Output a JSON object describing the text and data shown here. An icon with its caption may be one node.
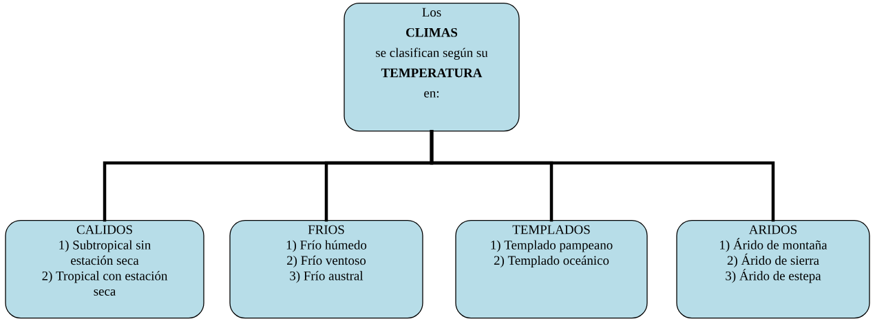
{
  "diagram": {
    "nodes": [
      {
        "text": [
          "Los",
          "CLIMAS",
          "se clasifican según su",
          "TEMPERATURA",
          "en:"
        ]
      },
      {
        "text": [
          "CALIDOS",
          "1) Subtropical sin estación seca",
          "2) Tropical con estación seca"
        ]
      },
      {
        "text": [
          "FRIOS",
          "1) Frío húmedo",
          "2) Frío ventoso",
          "3) Frío austral"
        ]
      },
      {
        "text": [
          "TEMPLADOS",
          "1) Templado pampeano",
          "2) Templado oceánico"
        ]
      },
      {
        "text": [
          "ARIDOS",
          "1) Árido de montaña",
          "2) Árido de sierra",
          "3) Árido de estepa"
        ]
      }
    ],
    "edges": [
      {
        "from": 0,
        "to": 1,
        "arrow": "none"
      },
      {
        "from": 0,
        "to": 2,
        "arrow": "none"
      },
      {
        "from": 0,
        "to": 3,
        "arrow": "none"
      },
      {
        "from": 0,
        "to": 4,
        "arrow": "none"
      }
    ]
  }
}
